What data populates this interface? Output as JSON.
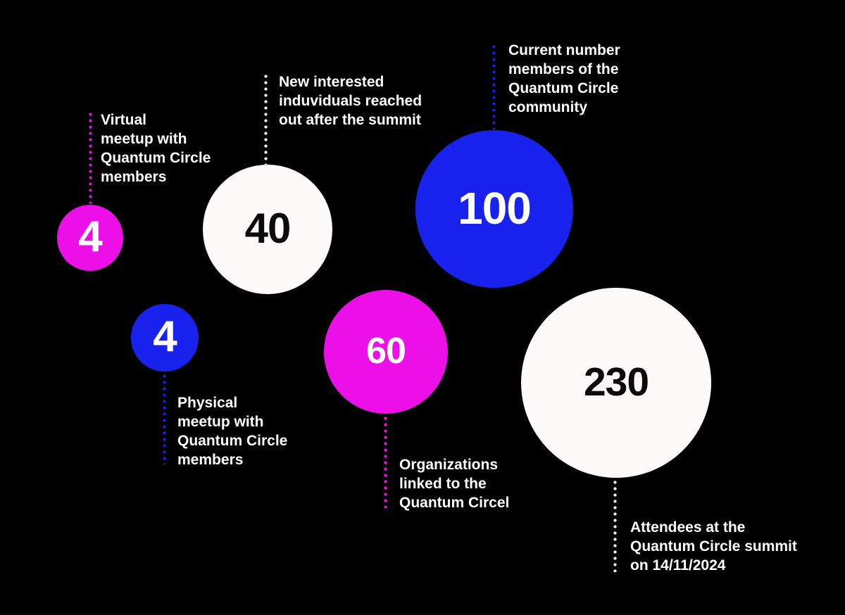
{
  "colors": {
    "background": "#000000",
    "magenta": "#EC0FE8",
    "blue": "#1822EC",
    "white": "#FCFBF9",
    "label_text": "#FFFFFF",
    "number_on_dark_bubble": "#FFFFFF",
    "number_on_light_bubble": "#0B0B0B"
  },
  "bubbles": [
    {
      "id": "virtual-meetup",
      "value": "4",
      "color": "magenta",
      "label_lines": [
        "Virtual",
        "meetup with",
        "Quantum Circle",
        "members"
      ]
    },
    {
      "id": "physical-meetup",
      "value": "4",
      "color": "blue",
      "label_lines": [
        "Physical",
        "meetup with",
        "Quantum Circle",
        "members"
      ]
    },
    {
      "id": "new-interested",
      "value": "40",
      "color": "white",
      "label_lines": [
        "New interested",
        "induviduals reached",
        "out after the summit"
      ]
    },
    {
      "id": "organizations",
      "value": "60",
      "color": "magenta",
      "label_lines": [
        "Organizations",
        "linked to the",
        "Quantum Circel"
      ]
    },
    {
      "id": "community-members",
      "value": "100",
      "color": "blue",
      "label_lines": [
        "Current number",
        "members of the",
        "Quantum Circle",
        "community"
      ]
    },
    {
      "id": "summit-attendees",
      "value": "230",
      "color": "white",
      "label_lines": [
        "Attendees at the",
        "Quantum Circle summit",
        "on 14/11/2024"
      ]
    }
  ],
  "chart_data": {
    "type": "bubble",
    "title": "",
    "points": [
      {
        "label": "Virtual meetup with Quantum Circle members",
        "value": 4,
        "color": "#EC0FE8"
      },
      {
        "label": "Physical meetup with Quantum Circle members",
        "value": 4,
        "color": "#1822EC"
      },
      {
        "label": "New interested induviduals reached out after the summit",
        "value": 40,
        "color": "#FCFBF9"
      },
      {
        "label": "Organizations linked to the Quantum Circel",
        "value": 60,
        "color": "#EC0FE8"
      },
      {
        "label": "Current number members of the Quantum Circle community",
        "value": 100,
        "color": "#1822EC"
      },
      {
        "label": "Attendees at the Quantum Circle summit on 14/11/2024",
        "value": 230,
        "color": "#FCFBF9"
      }
    ],
    "layout": "bubble size proportional to value; dotted leader lines connect labels to bubbles; black background; no axes; no legend"
  }
}
